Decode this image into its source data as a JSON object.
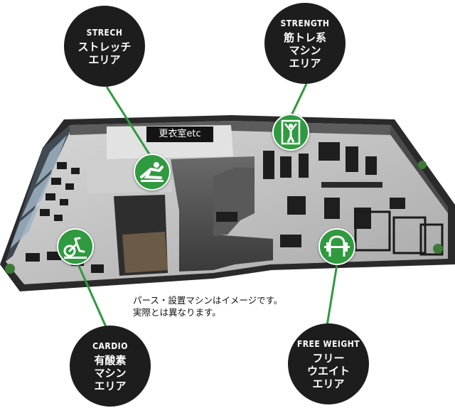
{
  "colors": {
    "accent_green": "#2f9a3f",
    "bubble_black": "#1d1d1d",
    "floor_gray": "#bdbdbd"
  },
  "areas": {
    "strech": {
      "title_en": "STRECH",
      "title_jp_lines": [
        "ストレッチ",
        "エリア"
      ],
      "icon": "stretch-person-icon"
    },
    "strength": {
      "title_en": "STRENGTH",
      "title_jp_lines": [
        "筋トレ系",
        "マシン",
        "エリア"
      ],
      "icon": "strength-machine-icon"
    },
    "cardio": {
      "title_en": "CARDIO",
      "title_jp_lines": [
        "有酸素",
        "マシン",
        "エリア"
      ],
      "icon": "exercise-bike-icon"
    },
    "free_weight": {
      "title_en": "FREE WEIGHT",
      "title_jp_lines": [
        "フリー",
        "ウエイト",
        "エリア"
      ],
      "icon": "barbell-rack-icon"
    }
  },
  "map": {
    "locker_label": "更衣室etc"
  },
  "note": {
    "lines": [
      "パース・設置マシンはイメージです。",
      "実際とは異なります。"
    ]
  }
}
